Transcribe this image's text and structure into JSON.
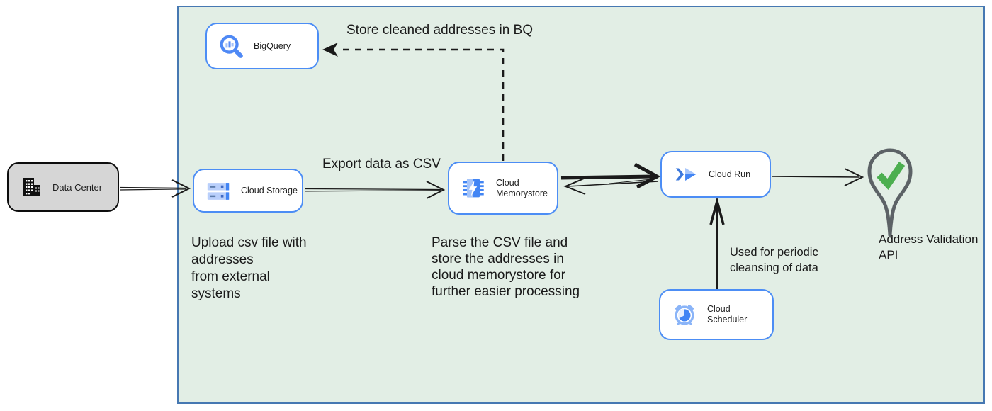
{
  "colors": {
    "canvas_bg": "#ffffff",
    "container_fill": "#e2eee5",
    "container_border": "#4678b2",
    "node_fill": "#ffffff",
    "node_border": "#4c8df5",
    "datacenter_fill": "#d6d6d6",
    "datacenter_border": "#0d0d0d",
    "arrow": "#1a1a1a",
    "text": "#1a1a1a",
    "google_blue": "#4285f4",
    "light_blue": "#aecbfa",
    "pin_gray": "#5c6266",
    "check_green": "#4caf50"
  },
  "nodes": {
    "data_center": {
      "label": "Data Center"
    },
    "bigquery": {
      "label": "BigQuery"
    },
    "cloud_storage": {
      "label": "Cloud Storage"
    },
    "cloud_memorystore": {
      "label": "Cloud\nMemorystore"
    },
    "cloud_run": {
      "label": "Cloud Run"
    },
    "cloud_scheduler": {
      "label": "Cloud Scheduler"
    },
    "address_validation": {
      "label": "Address Validation\nAPI"
    }
  },
  "annotations": {
    "store_bq": "Store cleaned addresses in BQ",
    "export_csv": "Export data as CSV",
    "upload_note": "Upload csv file with\naddresses\nfrom external\nsystems",
    "parse_note": "Parse the CSV file and\nstore the addresses in\ncloud  memorystore for\nfurther easier processing",
    "scheduler_note": "Used for periodic\ncleansing of data"
  }
}
